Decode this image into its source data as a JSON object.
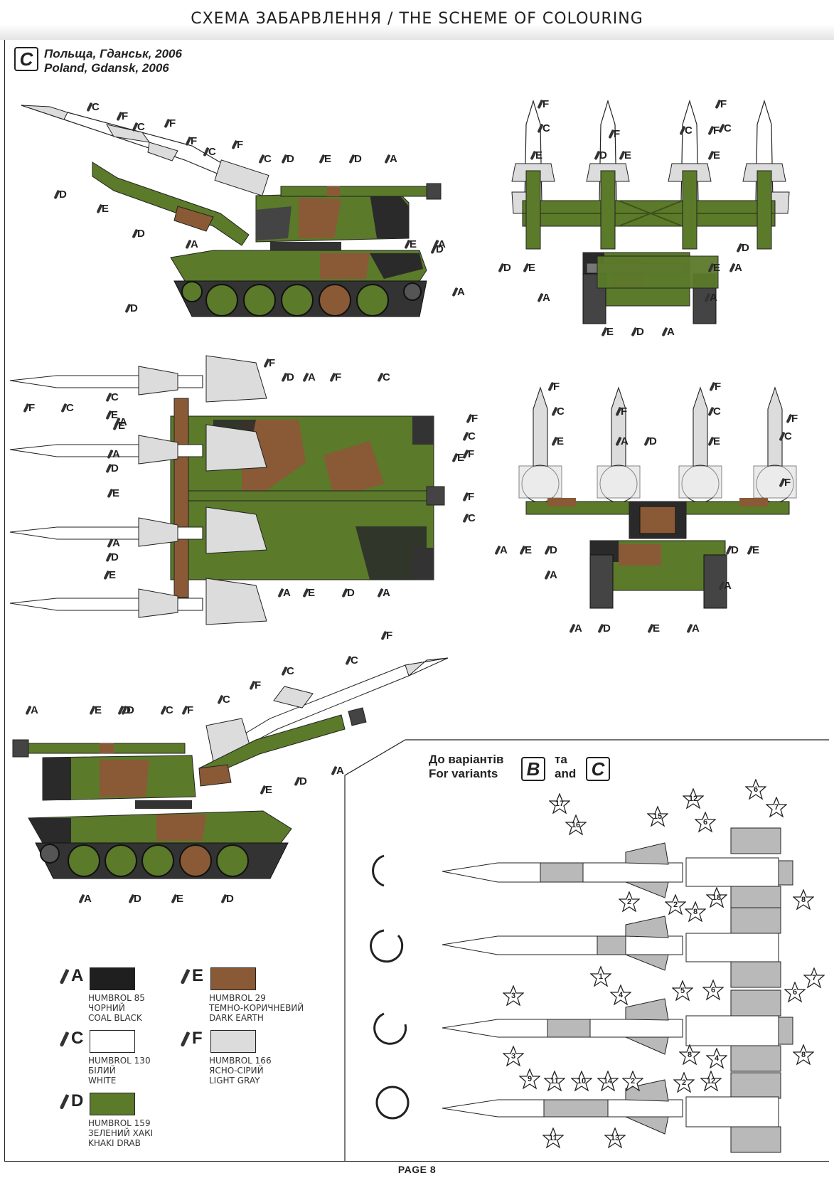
{
  "header": {
    "title": "СХЕМА ЗАБАРВЛЕННЯ / THE SCHEME OF COLOURING"
  },
  "variant": {
    "badge": "C",
    "location_ua": "Польща, Гданськ, 2006",
    "location_en": "Poland, Gdansk, 2006"
  },
  "footer": {
    "page": "PAGE 8"
  },
  "variants_box": {
    "line1_ua": "До варіантів",
    "line2_en": "For variants",
    "badge_b": "B",
    "badge_c": "C",
    "and_ua": "та",
    "and_en": "and"
  },
  "legend": [
    {
      "code": "A",
      "brand": "HUMBROL 85",
      "name_ua": "ЧОРНИЙ",
      "name_en": "COAL BLACK",
      "color": "#1f1f1f"
    },
    {
      "code": "E",
      "brand": "HUMBROL 29",
      "name_ua": "ТЕМНО-КОРИЧНЕВИЙ",
      "name_en": "DARK EARTH",
      "color": "#8a5a36"
    },
    {
      "code": "C",
      "brand": "HUMBROL 130",
      "name_ua": "БІЛИЙ",
      "name_en": "WHITE",
      "color": "#ffffff"
    },
    {
      "code": "F",
      "brand": "HUMBROL 166",
      "name_ua": "ЯСНО-СІРИЙ",
      "name_en": "LIGHT GRAY",
      "color": "#dcdcdc"
    },
    {
      "code": "D",
      "brand": "HUMBROL 159",
      "name_ua": "ЗЕЛЕНИЙ ХАКІ",
      "name_en": "KHAKI DRAB",
      "color": "#5b7a2a"
    }
  ],
  "colors": {
    "green": "#5b7a2a",
    "brown": "#8a5a36",
    "black": "#2a2a2a",
    "gray": "#b9b9b9",
    "white": "#ffffff"
  },
  "callouts": {
    "side_top": [
      "C",
      "F",
      "C",
      "F",
      "F",
      "C",
      "F",
      "C",
      "D",
      "E",
      "D",
      "A",
      "D",
      "E",
      "D",
      "A",
      "E",
      "A",
      "D",
      "A",
      "D"
    ],
    "front_top": [
      "F",
      "F",
      "C",
      "C",
      "F",
      "F",
      "C",
      "E",
      "D",
      "E",
      "E",
      "D",
      "E",
      "E",
      "D",
      "A",
      "A",
      "A",
      "E",
      "D",
      "A"
    ],
    "top_view": [
      "F",
      "F",
      "C",
      "C",
      "A",
      "E",
      "D",
      "A",
      "F",
      "C",
      "E",
      "A",
      "D",
      "E",
      "E",
      "A",
      "D",
      "E",
      "A",
      "E",
      "D",
      "A"
    ],
    "rear_view": [
      "F",
      "F",
      "C",
      "C",
      "F",
      "F",
      "F",
      "C",
      "C",
      "F",
      "E",
      "A",
      "D",
      "E",
      "F",
      "C",
      "F",
      "A",
      "E",
      "D",
      "D",
      "E",
      "A",
      "A",
      "A",
      "D",
      "E",
      "A"
    ],
    "side_bottom": [
      "A",
      "E",
      "D",
      "C",
      "F",
      "C",
      "F",
      "C",
      "C",
      "F",
      "A",
      "E",
      "D",
      "D",
      "A",
      "D",
      "E",
      "D"
    ]
  },
  "markings": [
    "17",
    "16",
    "15",
    "12",
    "6",
    "6",
    "7",
    "18",
    "8",
    "8",
    "2",
    "2",
    "1",
    "3",
    "4",
    "5",
    "6",
    "6",
    "7",
    "3",
    "8",
    "4",
    "8",
    "9",
    "11",
    "10",
    "14",
    "2",
    "2",
    "12",
    "11",
    "13"
  ]
}
